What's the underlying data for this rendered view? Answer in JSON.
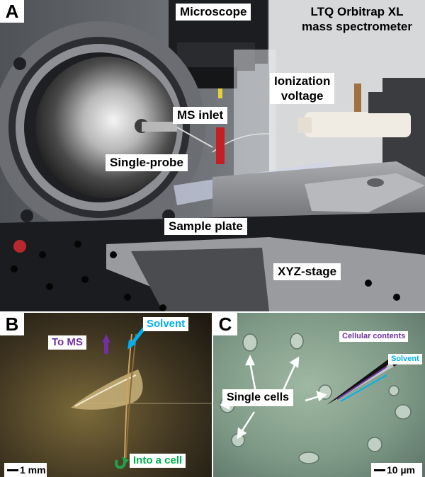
{
  "panel_a": {
    "letter": "A",
    "labels": {
      "microscope": "Microscope",
      "mass_spec": "LTQ Orbitrap XL\nmass spectrometer",
      "ionization": "Ionization\nvoltage",
      "ms_inlet": "MS inlet",
      "single_probe": "Single-probe",
      "sample_plate": "Sample plate",
      "xyz_stage": "XYZ-stage"
    }
  },
  "panel_b": {
    "letter": "B",
    "labels": {
      "to_ms": "To MS",
      "solvent": "Solvent",
      "into_cell": "Into a cell",
      "scale": "1 mm"
    },
    "colors": {
      "to_ms": "#7030a0",
      "solvent": "#00b0f0",
      "into_cell": "#00b050"
    }
  },
  "panel_c": {
    "letter": "C",
    "labels": {
      "single_cells": "Single cells",
      "cellular_contents": "Cellular contents",
      "solvent": "Solvent",
      "scale": "10 µm"
    },
    "colors": {
      "cellular_contents": "#7030a0",
      "solvent": "#00b0f0"
    }
  }
}
